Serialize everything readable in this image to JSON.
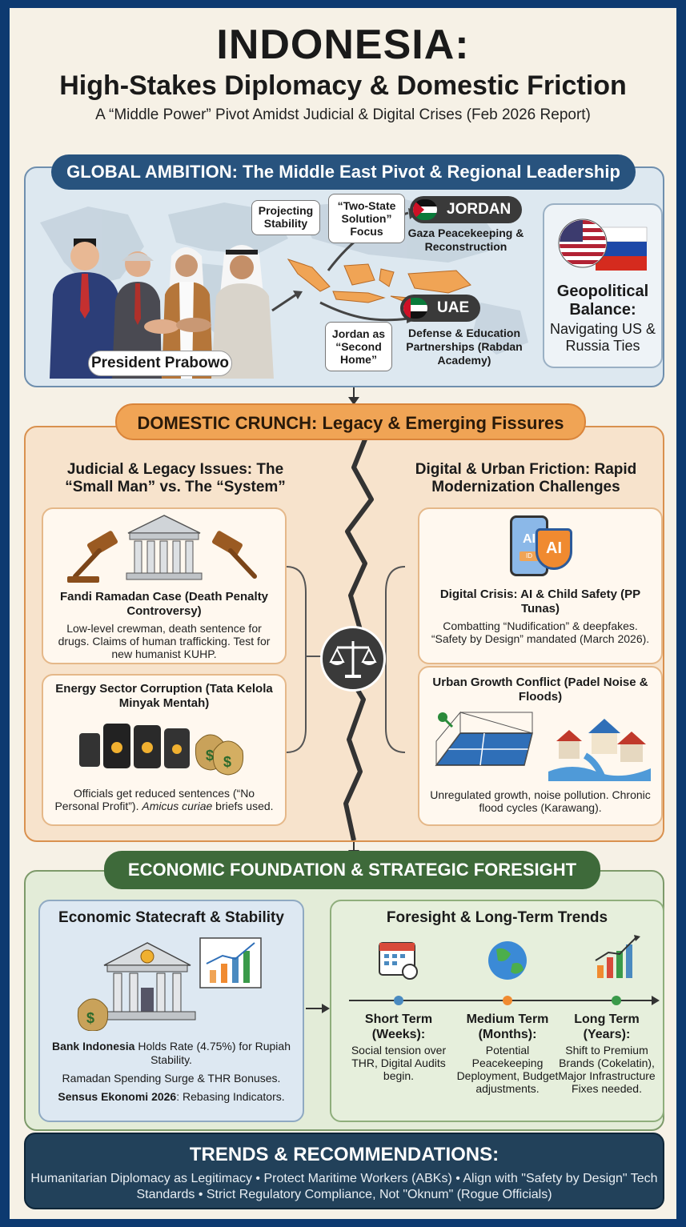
{
  "header": {
    "title": "INDONESIA:",
    "subtitle": "High-Stakes Diplomacy & Domestic Friction",
    "tagline": "A “Middle Power” Pivot Amidst Judicial & Digital Crises (Feb 2026 Report)"
  },
  "global": {
    "banner": "GLOBAL AMBITION: The Middle East Pivot & Regional Leadership",
    "president_label": "President Prabowo",
    "bubble_stability": "Projecting Stability",
    "bubble_two_state": "“Two-State Solution” Focus",
    "bubble_second_home": "Jordan as “Second Home”",
    "jordan_label": "JORDAN",
    "jordan_desc": "Gaza Peacekeeping & Reconstruction",
    "uae_label": "UAE",
    "uae_desc": "Defense & Education Partnerships (Rabdan Academy)",
    "geo_title": "Geopolitical Balance:",
    "geo_text": "Navigating US & Russia Ties"
  },
  "domestic": {
    "banner": "DOMESTIC CRUNCH: Legacy & Emerging Fissures",
    "left_heading": "Judicial & Legacy Issues: The “Small Man” vs. The “System”",
    "right_heading": "Digital & Urban Friction: Rapid Modernization Challenges",
    "fandi_title": "Fandi Ramadan Case (Death Penalty Controversy)",
    "fandi_text": "Low-level crewman, death sentence for drugs. Claims of human trafficking. Test for new humanist KUHP.",
    "energy_title": "Energy Sector Corruption (Tata Kelola Minyak Mentah)",
    "energy_text_a": "Officials get reduced sentences (“No Personal Profit”). ",
    "energy_text_b": "Amicus curiae",
    "energy_text_c": " briefs used.",
    "ai_badge": "AI",
    "ai_id": "ID",
    "digital_title": "Digital Crisis: AI & Child Safety (PP Tunas)",
    "digital_text": "Combatting “Nudification” & deepfakes. “Safety by Design” mandated (March 2026).",
    "urban_title": "Urban Growth Conflict (Padel Noise & Floods)",
    "urban_text": "Unregulated growth, noise pollution. Chronic flood cycles (Karawang)."
  },
  "economic": {
    "banner": "ECONOMIC FOUNDATION & STRATEGIC FORESIGHT",
    "left_heading": "Economic Statecraft & Stability",
    "bi_bold": "Bank Indonesia",
    "bi_text": " Holds Rate (4.75%) for Rupiah Stability.",
    "ramadan_text": "Ramadan Spending Surge & THR Bonuses.",
    "sensus_bold": "Sensus Ekonomi 2026",
    "sensus_text": ": Rebasing Indicators.",
    "right_heading": "Foresight & Long-Term Trends",
    "timeline": [
      {
        "title": "Short Term (Weeks):",
        "text": "Social tension over THR, Digital Audits begin."
      },
      {
        "title": "Medium Term (Months):",
        "text": "Potential Peacekeeping Deployment, Budget adjustments."
      },
      {
        "title": "Long Term (Years):",
        "text": "Shift to Premium Brands (Cokelatin), Major Infrastructure Fixes needed."
      }
    ]
  },
  "trends": {
    "heading": "TRENDS & RECOMMENDATIONS:",
    "text": "Humanitarian Diplomacy as Legitimacy • Protect Maritime Workers (ABKs) • Align with \"Safety by Design\" Tech Standards • Strict Regulatory Compliance, Not \"Oknum\" (Rogue Officials)"
  },
  "colors": {
    "frame": "#0d3a70",
    "global": "#28537e",
    "domestic": "#f0a455",
    "economic": "#3e6a3a",
    "trends": "#22415a"
  },
  "icons": [
    "handshake-illustration",
    "world-map",
    "jordan-flag-icon",
    "uae-flag-icon",
    "us-flag-icon",
    "russia-flag-icon",
    "gavel-icon",
    "courthouse-icon",
    "scale-of-justice-icon",
    "oil-barrel-icon",
    "money-bag-icon",
    "smartphone-icon",
    "ai-shield-icon",
    "padel-court-icon",
    "flooded-houses-icon",
    "bank-building-icon",
    "growth-chart-icon",
    "calendar-icon",
    "globe-icon",
    "bar-chart-icon"
  ]
}
